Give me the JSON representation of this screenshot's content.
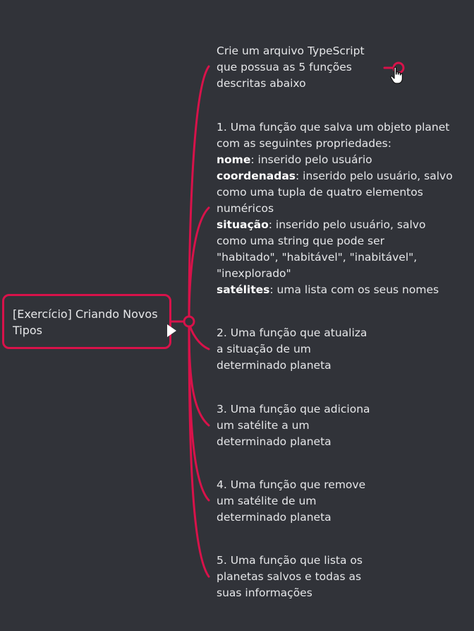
{
  "root": {
    "text_lines": [
      "[Exercício] Criando Novos",
      "Tipos"
    ]
  },
  "colors": {
    "background": "#313339",
    "accent": "#d8124a",
    "text": "#e6e7e9"
  },
  "nodes": [
    {
      "lines": [
        {
          "text": "Crie um arquivo TypeScript"
        },
        {
          "text": "que possua as 5 funções"
        },
        {
          "text": "descritas abaixo"
        }
      ]
    },
    {
      "lines": [
        {
          "text": "1. Uma função que salva um objeto planet"
        },
        {
          "text": "com as seguintes propriedades:"
        },
        {
          "bold": "nome",
          "text": ": inserido pelo usuário"
        },
        {
          "bold": "coordenadas",
          "text": ": inserido pelo usuário, salvo"
        },
        {
          "text": "como uma tupla de quatro elementos"
        },
        {
          "text": "numéricos"
        },
        {
          "bold": "situação",
          "text": ": inserido pelo usuário, salvo"
        },
        {
          "text": "como uma string que pode ser"
        },
        {
          "text": "\"habitado\", \"habitável\", \"inabitável\","
        },
        {
          "text": "\"inexplorado\""
        },
        {
          "bold": "satélites",
          "text": ": uma lista com os seus nomes"
        }
      ]
    },
    {
      "lines": [
        {
          "text": "2. Uma função que atualiza"
        },
        {
          "text": "a situação de um"
        },
        {
          "text": "determinado planeta"
        }
      ]
    },
    {
      "lines": [
        {
          "text": "3. Uma função que adiciona"
        },
        {
          "text": "um satélite a um"
        },
        {
          "text": "determinado planeta"
        }
      ]
    },
    {
      "lines": [
        {
          "text": "4. Uma função que remove"
        },
        {
          "text": "um satélite de um"
        },
        {
          "text": "determinado planeta"
        }
      ]
    },
    {
      "lines": [
        {
          "text": "5. Uma função que lista os"
        },
        {
          "text": "planetas salvos e todas as"
        },
        {
          "text": "suas informações"
        }
      ]
    }
  ],
  "icons": {
    "expand": "play-triangle-icon",
    "cursor": "hand-pointer-icon",
    "new_node": "add-node-circle-icon"
  }
}
